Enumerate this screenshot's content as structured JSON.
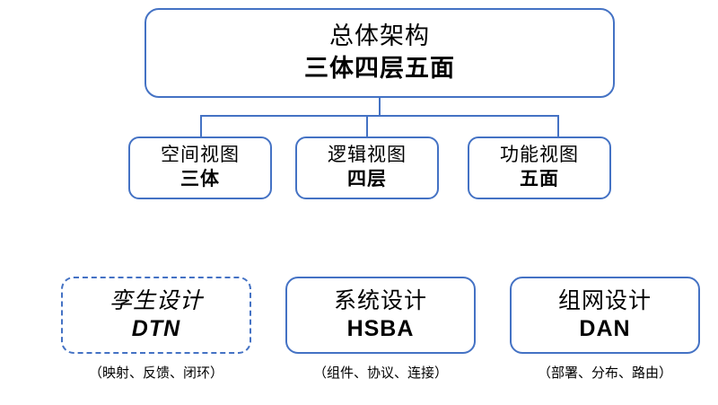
{
  "diagram": {
    "root": {
      "title": "总体架构",
      "subtitle": "三体四层五面"
    },
    "views": [
      {
        "title": "空间视图",
        "subtitle": "三体"
      },
      {
        "title": "逻辑视图",
        "subtitle": "四层"
      },
      {
        "title": "功能视图",
        "subtitle": "五面"
      }
    ],
    "designs": [
      {
        "title": "孪生设计",
        "subtitle": "DTN",
        "caption": "（映射、反馈、闭环）"
      },
      {
        "title": "系统设计",
        "subtitle": "HSBA",
        "caption": "（组件、协议、连接）"
      },
      {
        "title": "组网设计",
        "subtitle": "DAN",
        "caption": "（部署、分布、路由）"
      }
    ],
    "colors": {
      "border": "#4472c4",
      "text": "#000000",
      "background": "#ffffff"
    }
  }
}
